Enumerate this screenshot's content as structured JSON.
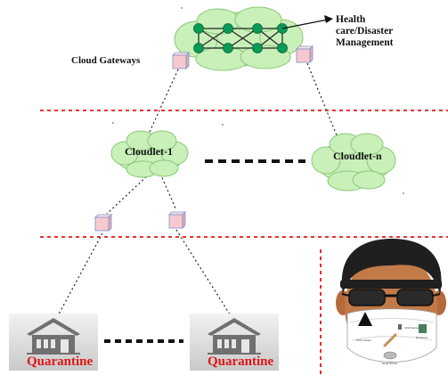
{
  "labels": {
    "cloud_gateways": "Cloud Gateways",
    "health_line1": "Health",
    "health_line2": "care/Disaster",
    "health_line3": "Management",
    "cloudlet_1": "Cloudlet-1",
    "cloudlet_n": "Cloudlet-n",
    "quarantine_1": "Quarantine",
    "quarantine_2": "Quarantine"
  },
  "mask_labels": [
    "CO2 Sensor",
    "GPS Tracker",
    "IR Sensor",
    "Node Sensor"
  ],
  "colors": {
    "cloud_fill": "#c8f0b8",
    "cloud_stroke": "#8cc77a",
    "node": "#0a9a55",
    "gateway_fill": "#f7c9cf",
    "separator": "#e8141b",
    "quarantine_text": "#e01515",
    "house_fill": "#d9d9d9",
    "house_dark": "#707070"
  },
  "icons": [
    "cloud-icon",
    "gateway-cube-icon",
    "house-icon",
    "masked-person-icon"
  ]
}
